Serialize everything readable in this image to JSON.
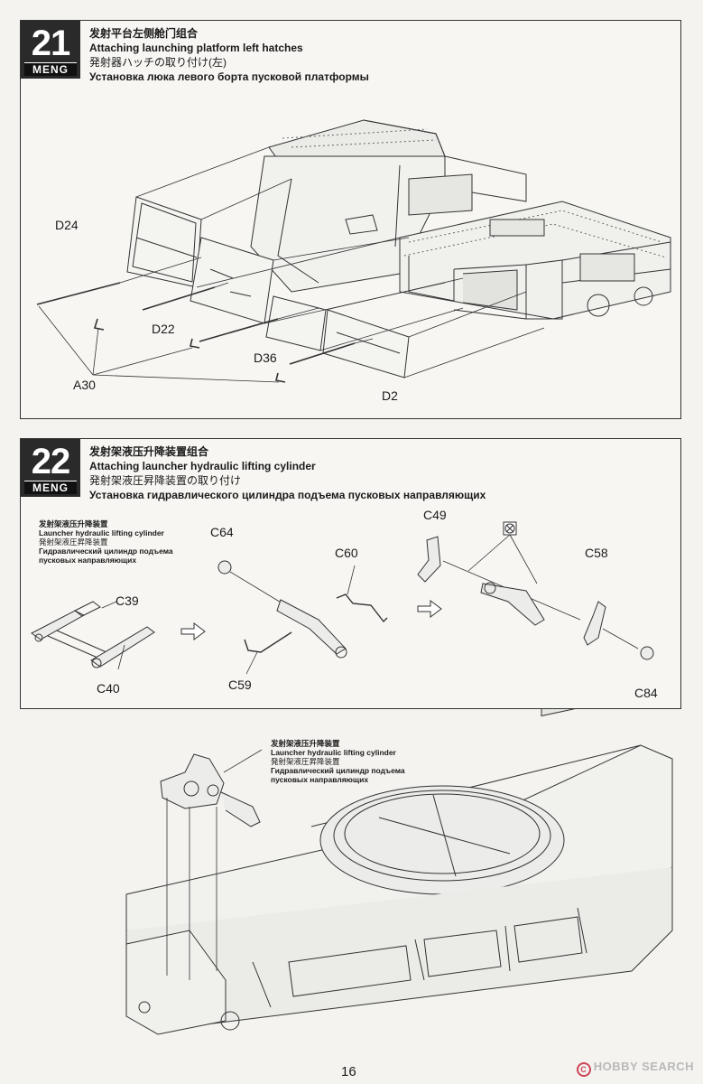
{
  "brand": "MENG",
  "step21": {
    "number": "21",
    "title_zh": "发射平台左侧舱门组合",
    "title_en": "Attaching launching platform left hatches",
    "title_jp": "発射器ハッチの取り付け(左)",
    "title_ru": "Установка люка левого борта пусковой платформы",
    "parts": {
      "d24": "D24",
      "d22": "D22",
      "d36": "D36",
      "a30": "A30",
      "d2": "D2"
    }
  },
  "step22": {
    "number": "22",
    "title_zh": "发射架液压升降装置组合",
    "title_en": "Attaching launcher hydraulic lifting cylinder",
    "title_jp": "発射架液圧昇降装置の取り付け",
    "title_ru": "Установка гидравлического цилиндра подъема пусковых направляющих",
    "subassembly": {
      "zh": "发射架液压升降装置",
      "en": "Launcher hydraulic lifting cylinder",
      "jp": "発射架液圧昇降装置",
      "ru1": "Гидравлический цилиндр подъема",
      "ru2": "пусковых направляющих"
    },
    "parts": {
      "c39": "C39",
      "c40": "C40",
      "c64": "C64",
      "c60": "C60",
      "c59": "C59",
      "c49": "C49",
      "c58": "C58",
      "c84": "C84"
    }
  },
  "page_number": "16",
  "watermark": "HOBBY SEARCH",
  "watermark_mark": "C"
}
